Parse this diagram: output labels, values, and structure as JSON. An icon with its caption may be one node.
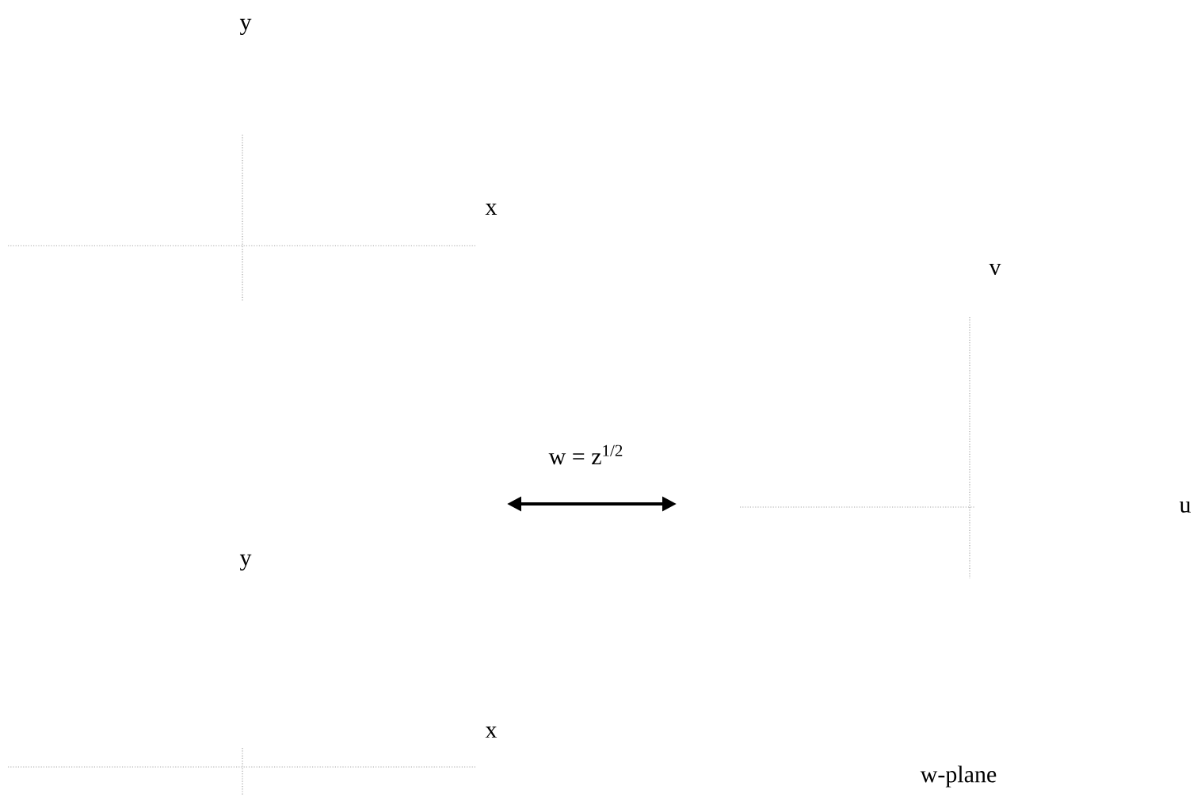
{
  "diagram": {
    "labels": [
      "y",
      "x",
      "v",
      "w = z$^{1/2}$",
      "u",
      "y",
      "x",
      "w-plane"
    ]
  }
}
